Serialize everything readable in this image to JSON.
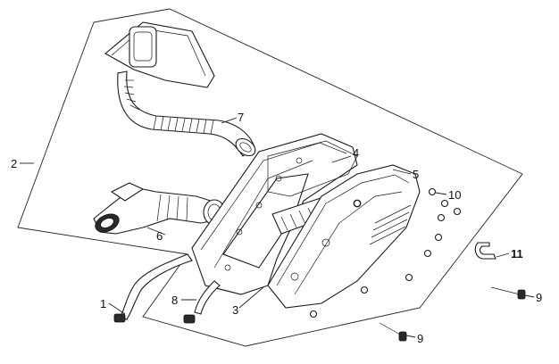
{
  "diagram": {
    "callouts": [
      {
        "id": "c1",
        "label": "1"
      },
      {
        "id": "c2",
        "label": "2"
      },
      {
        "id": "c3",
        "label": "3"
      },
      {
        "id": "c4",
        "label": "4"
      },
      {
        "id": "c5",
        "label": "5"
      },
      {
        "id": "c6",
        "label": "6"
      },
      {
        "id": "c7",
        "label": "7"
      },
      {
        "id": "c8",
        "label": "8"
      },
      {
        "id": "c9a",
        "label": "9"
      },
      {
        "id": "c9b",
        "label": "9"
      },
      {
        "id": "c10",
        "label": "10"
      },
      {
        "id": "c11",
        "label": "11"
      }
    ]
  }
}
